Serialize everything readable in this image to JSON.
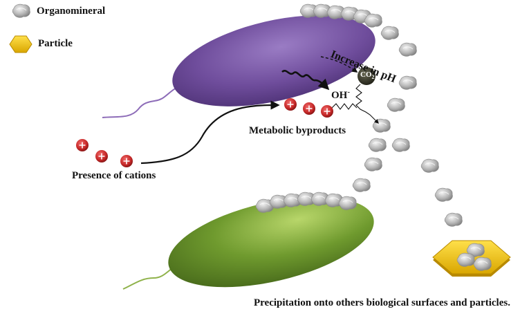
{
  "legend": {
    "organomineral_label": "Organomineral",
    "particle_label": "Particle"
  },
  "labels": {
    "increase_ph": "Increase in pH",
    "co2_symbol": "CO",
    "co2_subscript": "2",
    "oh_symbol": "OH",
    "oh_superscript": "-",
    "metabolic": "Metabolic byproducts",
    "cations": "Presence of cations",
    "precipitation": "Precipitation onto others biological surfaces and particles."
  },
  "colors": {
    "purple_cell": "#7b55a8",
    "green_cell": "#7fa63a",
    "cation": "#c62828",
    "particle": "#f2c200",
    "organomineral": "#b8b8b8",
    "co2_ball": "#3a3a2a"
  },
  "icons": {
    "cation": "plus-circle",
    "organomineral": "gray-flake",
    "particle": "hexagon"
  }
}
